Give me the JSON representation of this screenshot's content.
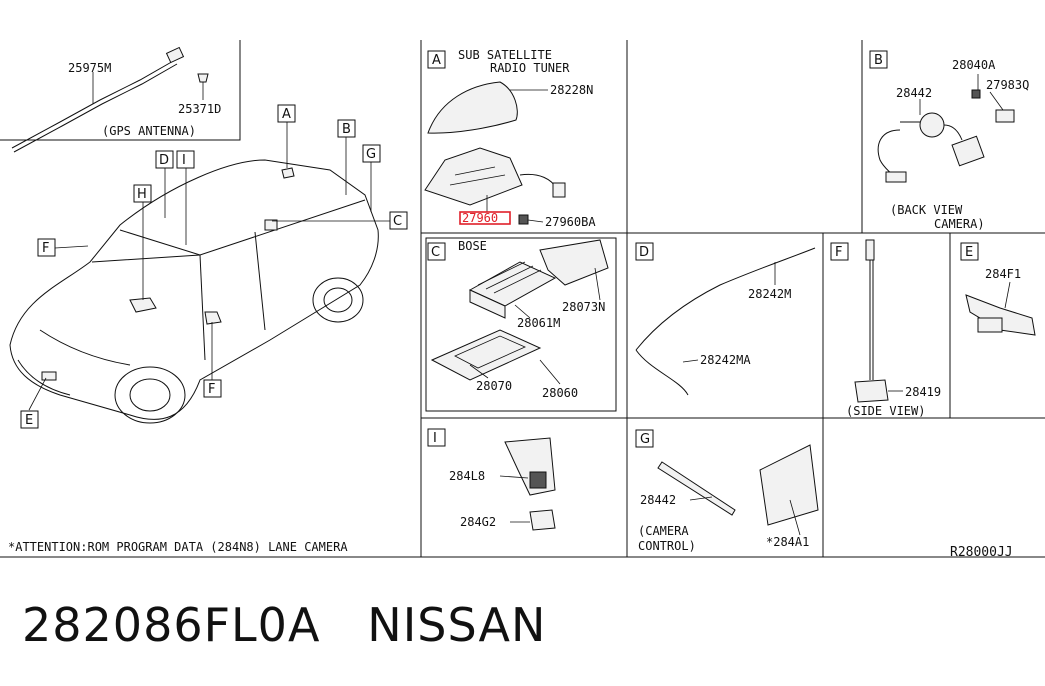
{
  "panels": {
    "gps": {
      "parts": [
        "25975M",
        "25371D"
      ],
      "caption": "(GPS ANTENNA)"
    },
    "A": {
      "letter": "A",
      "title_line1": "SUB SATELLITE",
      "title_line2": "RADIO TUNER",
      "parts": [
        "28228N",
        "27960",
        "27960BA"
      ],
      "highlighted_part": "27960"
    },
    "B": {
      "letter": "B",
      "parts": [
        "28442",
        "28040A",
        "27983Q"
      ],
      "caption_line1": "(BACK VIEW",
      "caption_line2": "CAMERA)"
    },
    "C": {
      "letter": "C",
      "brand": "BOSE",
      "parts": [
        "28073N",
        "28061M",
        "28070",
        "28060"
      ]
    },
    "D": {
      "letter": "D",
      "parts": [
        "28242M",
        "28242MA"
      ]
    },
    "F": {
      "letter": "F",
      "parts": [
        "28419"
      ],
      "caption": "(SIDE VIEW)"
    },
    "E": {
      "letter": "E",
      "parts": [
        "284F1"
      ]
    },
    "I": {
      "letter": "I",
      "parts": [
        "284L8",
        "284G2"
      ]
    },
    "G": {
      "letter": "G",
      "parts": [
        "28442",
        "*284A1"
      ],
      "caption_line1": "(CAMERA",
      "caption_line2": "CONTROL)"
    }
  },
  "car_callouts": [
    "A",
    "B",
    "G",
    "C",
    "D",
    "I",
    "H",
    "F",
    "F",
    "E"
  ],
  "attention_note": "*ATTENTION:ROM PROGRAM DATA (284N8) LANE CAMERA",
  "diagram_code": "R28000JJ",
  "caption": {
    "part_number": "282086FL0A",
    "brand": "NISSAN"
  },
  "colors": {
    "highlight": "#e0202a",
    "line": "#111111",
    "background": "#ffffff"
  }
}
